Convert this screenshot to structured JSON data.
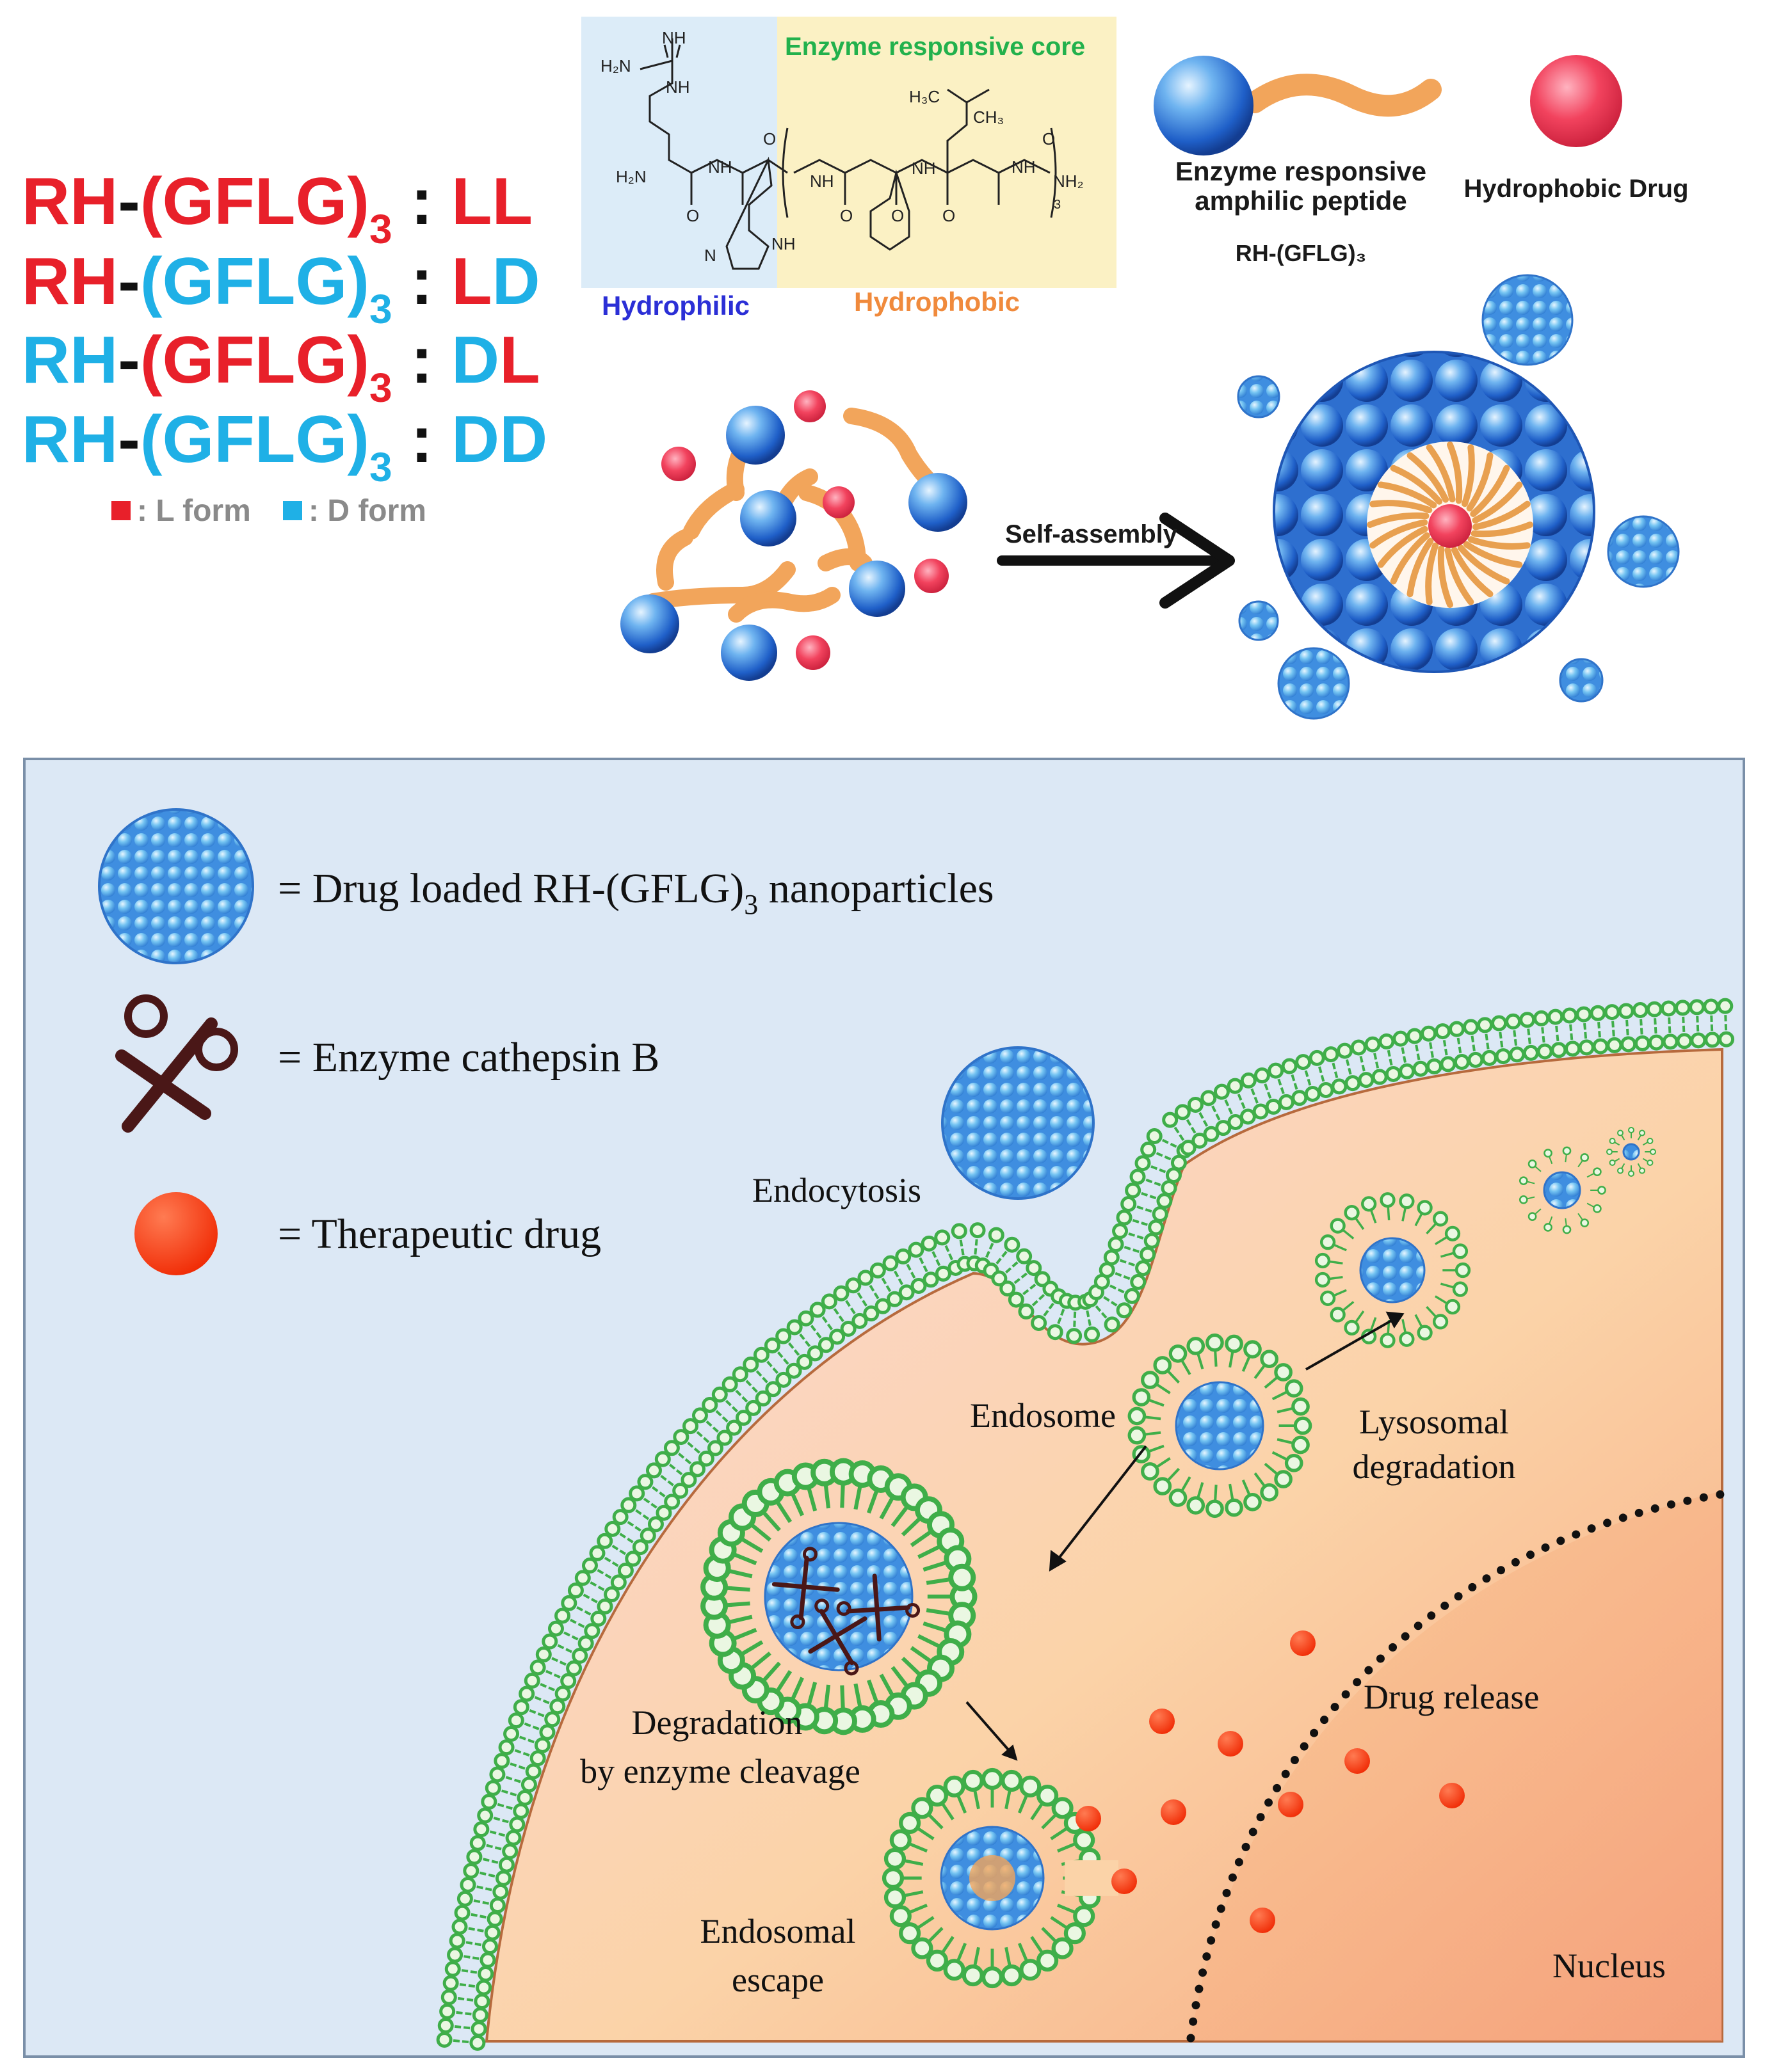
{
  "variants": [
    {
      "rh": "RH",
      "gflg": "(GFLG)",
      "sub": "3",
      "code": "LL",
      "rh_form": "L",
      "gflg_form": "L"
    },
    {
      "rh": "RH",
      "gflg": "(GFLG)",
      "sub": "3",
      "code": "LD",
      "rh_form": "L",
      "gflg_form": "D"
    },
    {
      "rh": "RH",
      "gflg": "(GFLG)",
      "sub": "3",
      "code": "DL",
      "rh_form": "D",
      "gflg_form": "L"
    },
    {
      "rh": "RH",
      "gflg": "(GFLG)",
      "sub": "3",
      "code": "DD",
      "rh_form": "D",
      "gflg_form": "D"
    }
  ],
  "form_legend": {
    "l_form": ": L form",
    "d_form": ": D form"
  },
  "colors": {
    "l_form": "#e8202a",
    "d_form": "#1fb0e6",
    "hydrophilic": "#2b2fd6",
    "hydrophobic": "#f08a3c",
    "core_title": "#22b14c",
    "membrane": "#3fae49",
    "drug": "#ff3b10",
    "panel_bg": "#dce8f5"
  },
  "structure": {
    "core_title": "Enzyme responsive core",
    "hydrophilic": "Hydrophilic",
    "hydrophobic": "Hydrophobic",
    "atoms": {
      "nh_top": "NH",
      "h2n_top": "H₂N",
      "nh_2": "NH",
      "h2n_left": "H₂N",
      "nh_a": "NH",
      "nh_b": "NH",
      "nh_c": "NH",
      "nh_d": "NH",
      "nh_ring": "NH",
      "n_ring": "N",
      "o1": "O",
      "o2": "O",
      "o3": "O",
      "o4": "O",
      "o5": "O",
      "o6": "O",
      "nh2_end": "NH₂",
      "h3c": "H₃C",
      "ch3": "CH₃",
      "rep": "3"
    }
  },
  "peptide_legend": {
    "label_1": "Enzyme responsive",
    "label_2": "amphilic peptide",
    "name": "RH-(GFLG)₃"
  },
  "drug_legend": {
    "label": "Hydrophobic Drug"
  },
  "self_assembly": "Self-assembly",
  "legend": {
    "nanoparticle_prefix": "= Drug loaded RH-(GFLG)",
    "nanoparticle_sub": "3",
    "nanoparticle_suffix": " nanoparticles",
    "enzyme": "= Enzyme cathepsin B",
    "drug": "= Therapeutic drug"
  },
  "cell_labels": {
    "endocytosis": "Endocytosis",
    "endosome": "Endosome",
    "lysosomal_1": "Lysosomal",
    "lysosomal_2": "degradation",
    "degradation_1": "Degradation",
    "degradation_2": "by enzyme cleavage",
    "escape_1": "Endosomal",
    "escape_2": "escape",
    "drug_release": "Drug release",
    "nucleus": "Nucleus"
  }
}
